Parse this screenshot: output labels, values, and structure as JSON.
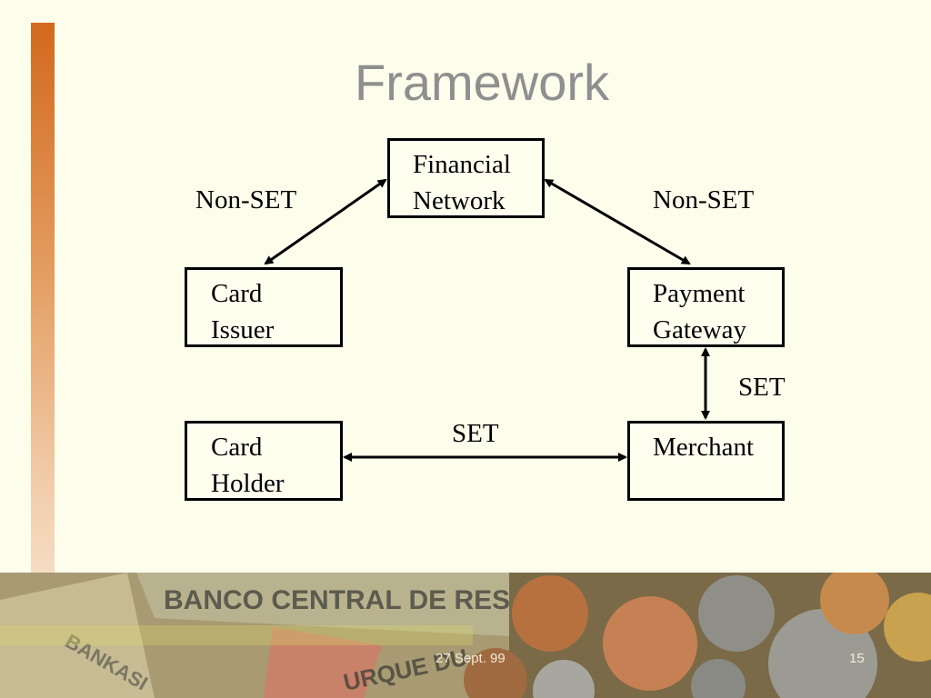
{
  "slide": {
    "title": "Framework",
    "footer_date": "27 Sept. 99",
    "page_number": "15"
  },
  "nodes": {
    "financial_network": "Financial\nNetwork",
    "card_issuer": "Card\nIssuer",
    "payment_gateway": "Payment\nGateway",
    "card_holder": "Card\nHolder",
    "merchant": "Merchant"
  },
  "edges": {
    "network_issuer": "Non-SET",
    "network_gateway": "Non-SET",
    "gateway_merchant": "SET",
    "holder_merchant": "SET"
  },
  "background_image": {
    "banknote_text": "BANCO CENTRAL DE RES",
    "banknote_text_2": "BANKASI",
    "banknote_text_3": "URQUE DU"
  },
  "colors": {
    "background": "#fdfdec",
    "title": "#8f8f8f",
    "accent_bar": "#d2691e"
  }
}
